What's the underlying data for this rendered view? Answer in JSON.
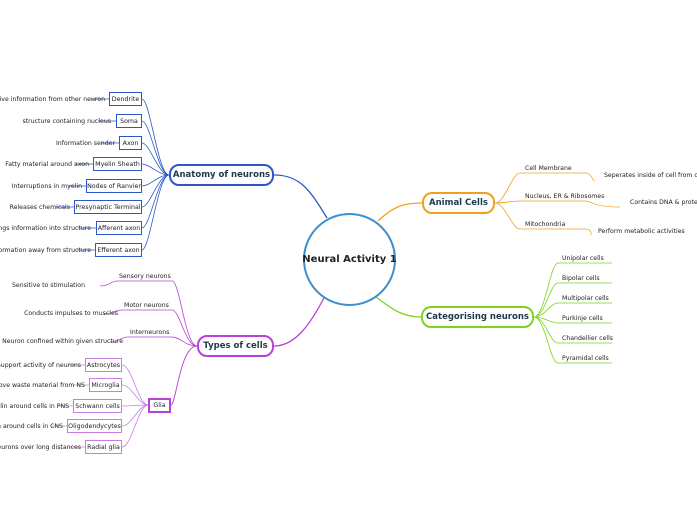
{
  "central": "Neural Activity 1",
  "colors": {
    "anatomy": "#2b57c8",
    "animal": "#f0a020",
    "categorising": "#7ed321",
    "types": "#b940d8",
    "central": "#3b8fcf"
  },
  "anatomy": {
    "title": "Anatomy of neurons",
    "items": [
      {
        "label": "Dendrite",
        "desc": "Receive information from other neuron"
      },
      {
        "label": "Soma",
        "desc": "structure containing nucleus"
      },
      {
        "label": "Axon",
        "desc": "Information sender"
      },
      {
        "label": "Myelin Sheath",
        "desc": "Fatty material around axon"
      },
      {
        "label": "Nodes of Ranvier",
        "desc": "Interruptions in myelin"
      },
      {
        "label": "Presynaptic Terminal",
        "desc": "Releases chemicals"
      },
      {
        "label": "Afferent axon",
        "desc": "Brings information into structure"
      },
      {
        "label": "Efferent axon",
        "desc": "Carries information away from structure"
      }
    ]
  },
  "animal": {
    "title": "Animal Cells",
    "items": [
      {
        "label": "Cell Membrane",
        "desc": "Seperates inside of cell from outside"
      },
      {
        "label": "Nucleus, ER & Ribosomes",
        "desc": "Contains DNA & proteins"
      },
      {
        "label": "Mitochondria",
        "desc": "Perform metabolic activities"
      }
    ]
  },
  "categorising": {
    "title": "Categorising neurons",
    "items": [
      "Unipolar cells",
      "Bipolar cells",
      "Multipolar cells",
      "Purkinje cells",
      "Chandellier cells",
      "Pyramidal cells"
    ]
  },
  "types": {
    "title": "Types of cells",
    "items": [
      {
        "label": "Sensory neurons",
        "desc": "Sensitive to stimulation"
      },
      {
        "label": "Motor neurons",
        "desc": "Conducts impulses to muscles"
      },
      {
        "label": "Interneurons",
        "desc": "Neuron confined within given structure"
      }
    ],
    "glia": {
      "label": "Glia",
      "items": [
        {
          "label": "Astrocytes",
          "desc": "Support activity of neurons"
        },
        {
          "label": "Microglia",
          "desc": "Remove waste material from NS"
        },
        {
          "label": "Schwann cells",
          "desc": "Myelin around cells in PNS"
        },
        {
          "label": "Oligodendycytes",
          "desc": "Myelin around cells in CNS"
        },
        {
          "label": "Radial glia",
          "desc": "Guide neurons over long distances"
        }
      ]
    }
  }
}
